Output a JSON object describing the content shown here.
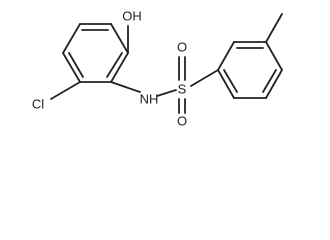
{
  "molecule": {
    "atoms": {
      "chlorine": "Cl",
      "hydroxyl": "OH",
      "amine": "NH",
      "sulfur": "S",
      "oxygen_top": "O",
      "oxygen_bottom": "O"
    }
  }
}
